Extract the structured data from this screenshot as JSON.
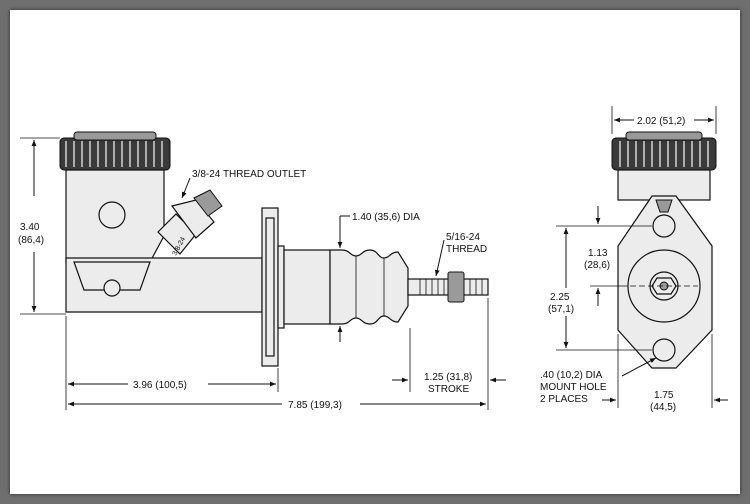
{
  "labels": {
    "thread_outlet": "3/8-24 THREAD OUTLET",
    "port_mark": "3/8-24",
    "boot_dia": "1.40 (35,6) DIA",
    "rod_thread_1": "5/16-24",
    "rod_thread_2": "THREAD",
    "height_in": "3.40",
    "height_mm": "(86,4)",
    "reservoir_to_flange": "3.96 (100,5)",
    "overall_length": "7.85 (199,3)",
    "stroke_val": "1.25 (31,8)",
    "stroke_word": "STROKE",
    "cap_width": "2.02 (51,2)",
    "upper_spacing_in": "1.13",
    "upper_spacing_mm": "(28,6)",
    "hole_spacing_in": "2.25",
    "hole_spacing_mm": "(57,1)",
    "mount_hole_1": ".40 (10,2) DIA",
    "mount_hole_2": "MOUNT HOLE",
    "mount_hole_3": "2 PLACES",
    "flange_width_in": "1.75",
    "flange_width_mm": "(44,5)"
  },
  "colors": {
    "background_frame": "#6f6f6f",
    "drawing_bg": "#ffffff",
    "line": "#111111",
    "part_fill": "#ececec",
    "cap_fill": "#3a3a3a"
  }
}
